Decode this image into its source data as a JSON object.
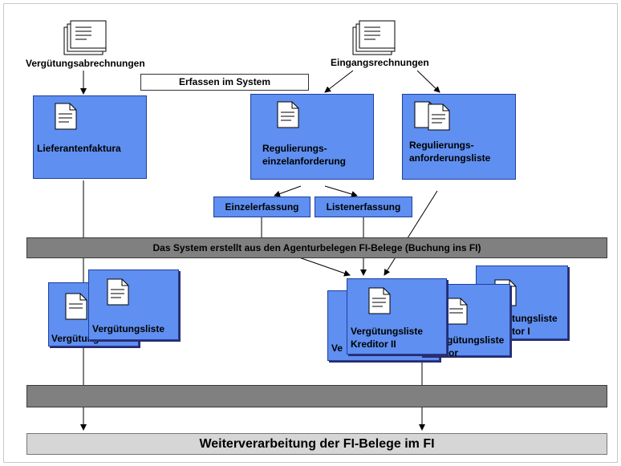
{
  "labels": {
    "verguetungsabrechnungen": "Vergütungsabrechnungen",
    "eingangsrechnungen": "Eingangsrechnungen",
    "erfassen": "Erfassen im System"
  },
  "boxes": {
    "lieferantenfaktura": "Lieferantenfaktura",
    "regulierung_einzel_1": "Regulierungs-",
    "regulierung_einzel_2": "einzelanforderung",
    "regulierung_liste_1": "Regulierungs-",
    "regulierung_liste_2": "anforderungsliste",
    "einzelerfassung": "Einzelerfassung",
    "listenerfassung": "Listenerfassung"
  },
  "bar_text": "Das System erstellt aus den Agenturbelegen FI-Belege  (Buchung ins FI)",
  "lower": {
    "verg_back": "Vergütungsliste",
    "verg_front": "Vergütungsliste",
    "r_back_left": "Ve",
    "r_front_1": "Vergütungsliste",
    "r_front_2": "Kreditor II",
    "r_mid_1": "gütungsliste",
    "r_mid_2": "Debitor",
    "r_right_1": "tungsliste",
    "r_right_2": "tor I"
  },
  "footer": "Weiterverarbeitung der FI-Belege im FI",
  "colors": {
    "box": "#5f8ff0",
    "bar": "#808080",
    "footer": "#d6d6d6"
  }
}
